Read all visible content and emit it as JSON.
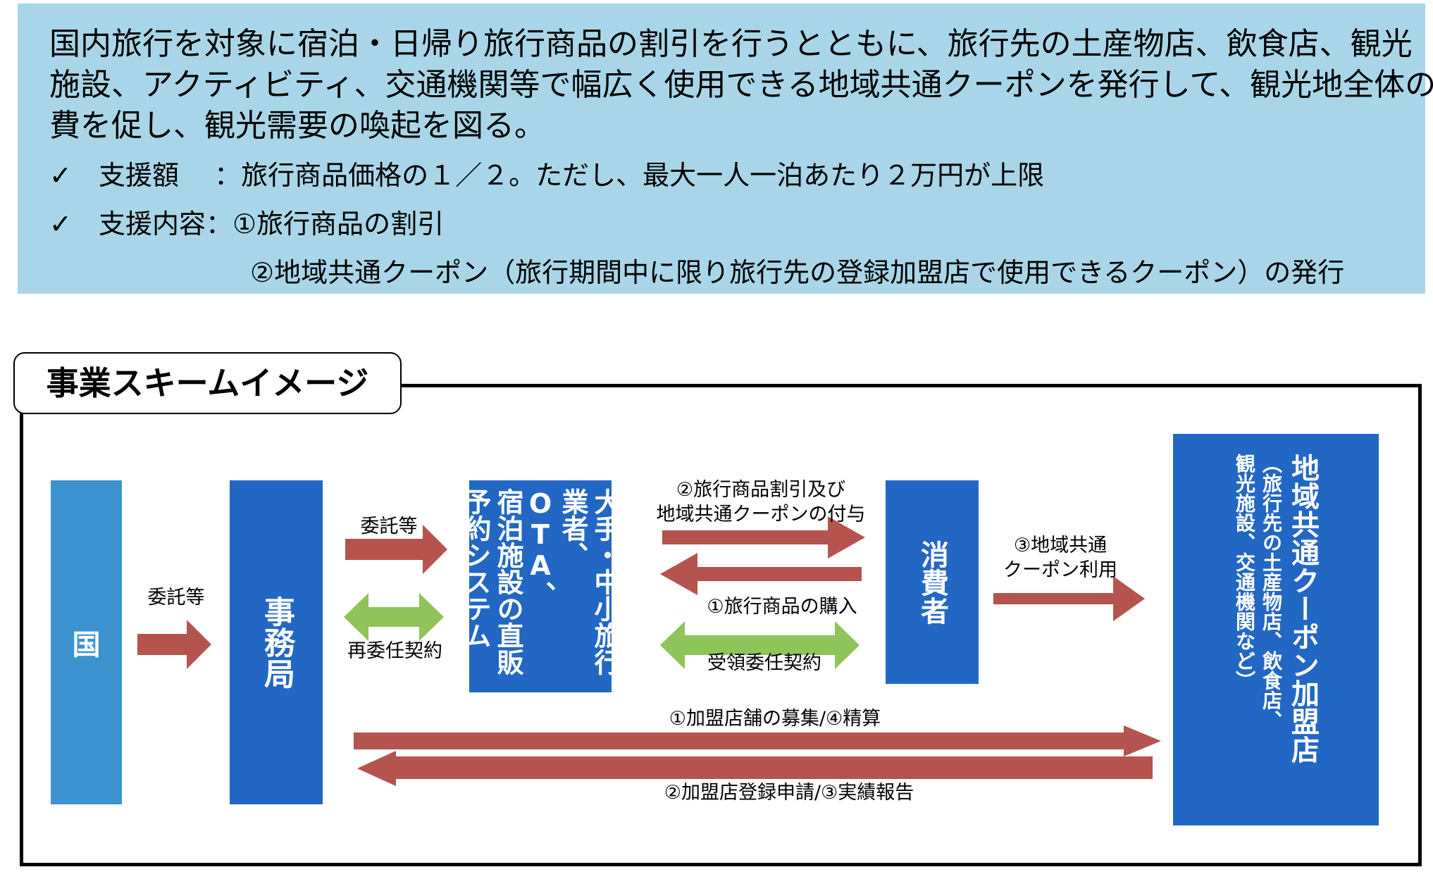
{
  "intro": {
    "lines": [
      "国内旅行を対象に宿泊・日帰り旅行商品の割引を行うとともに、旅行先の土産物店、飲食店、観光",
      "施設、アクティビティ、交通機関等で幅広く使用できる地域共通クーポンを発行して、観光地全体の消",
      "費を促し、観光需要の喚起を図る。"
    ],
    "bullets": [
      {
        "check": "✓",
        "text": "支援額　 ：旅行商品価格の１／２。ただし、最大一人一泊あたり２万円が上限"
      },
      {
        "check": "✓",
        "text": "支援内容：①旅行商品の割引"
      }
    ],
    "bullet_continuation": "②地域共通クーポン（旅行期間中に限り旅行先の登録加盟店で使用できるクーポン）の発行"
  },
  "scheme": {
    "title": "事業スキームイメージ",
    "nodes": {
      "country": "国",
      "secretariat": "事務局",
      "agency_line1": "大手・中小旅行",
      "agency_line2": "業者、OTA、",
      "agency_line3": "宿泊施設の直販",
      "agency_line4": "予約システム",
      "consumer": "消費者",
      "store_title": "地域共通クーポン加盟店",
      "store_sub_line1": "（旅行先の土産物店、飲食店、",
      "store_sub_line2": "観光施設、交通機関など）"
    },
    "labels": {
      "commission1": "委託等",
      "commission2": "委託等",
      "recommission": "再委任契約",
      "discount_line1": "②旅行商品割引及び",
      "discount_line2": "地域共通クーポンの付与",
      "purchase": "①旅行商品の購入",
      "receipt_contract": "受領委任契約",
      "coupon_use_line1": "③地域共通",
      "coupon_use_line2": "クーポン利用",
      "recruit_settle": "①加盟店舗の募集/④精算",
      "register_report": "②加盟店登録申請/③実績報告"
    },
    "colors": {
      "panel": "#a8d6e8",
      "country_box": "#3d93cf",
      "box": "#2367c4",
      "arrow_red": "#b5544f",
      "arrow_green": "#8ec45a"
    }
  }
}
